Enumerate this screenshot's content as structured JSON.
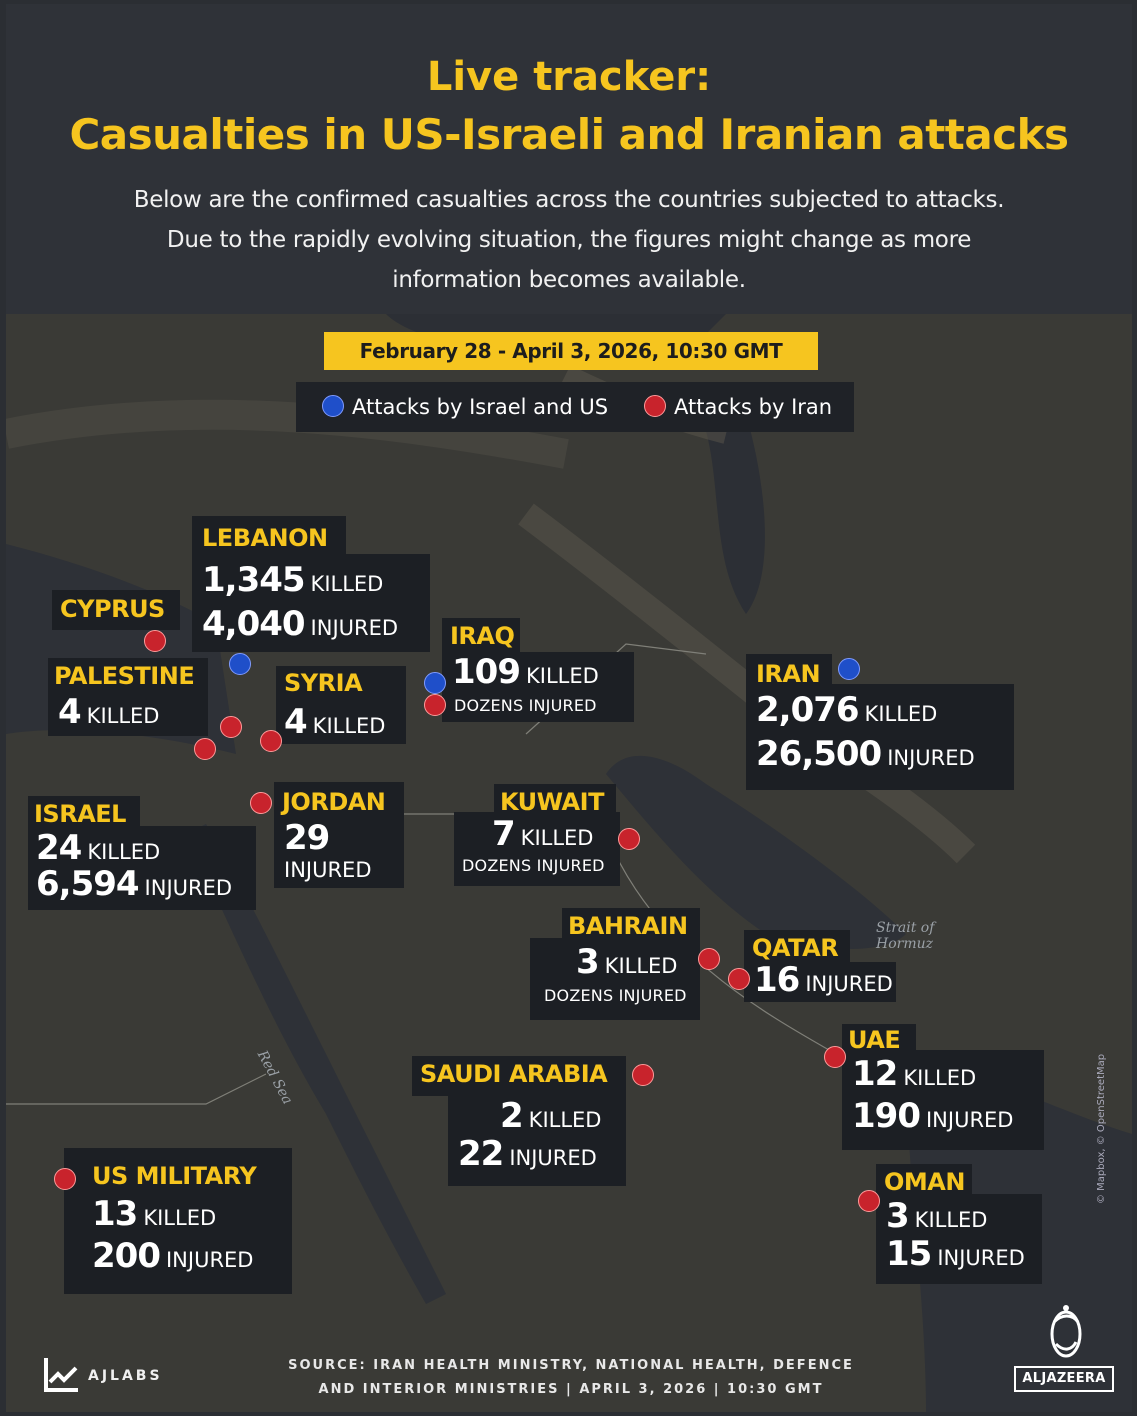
{
  "header": {
    "title_line1": "Live tracker:",
    "title_line2": "Casualties in US-Israeli and Iranian attacks",
    "description_line1": "Below are the confirmed casualties across the countries subjected to attacks.",
    "description_line2": "Due to the rapidly evolving situation, the figures might change as more",
    "description_line3": "information becomes available."
  },
  "date_range": "February 28 - April 3, 2026, 10:30 GMT",
  "legend": {
    "israel_us": "Attacks by Israel and US",
    "iran": "Attacks by Iran",
    "colors": {
      "israel_us": "#1f4fc9",
      "iran": "#c8232c",
      "accent": "#f6c51f"
    }
  },
  "countries": {
    "lebanon": {
      "name": "LEBANON",
      "killed": "1,345",
      "killed_label": "KILLED",
      "injured": "4,040",
      "injured_label": "INJURED"
    },
    "cyprus": {
      "name": "CYPRUS"
    },
    "palestine": {
      "name": "PALESTINE",
      "killed": "4",
      "killed_label": "KILLED"
    },
    "syria": {
      "name": "SYRIA",
      "killed": "4",
      "killed_label": "KILLED"
    },
    "iraq": {
      "name": "IRAQ",
      "killed": "109",
      "killed_label": "KILLED",
      "injured_text": "DOZENS INJURED"
    },
    "iran": {
      "name": "IRAN",
      "killed": "2,076",
      "killed_label": "KILLED",
      "injured": "26,500",
      "injured_label": "INJURED"
    },
    "israel": {
      "name": "ISRAEL",
      "killed": "24",
      "killed_label": "KILLED",
      "injured": "6,594",
      "injured_label": "INJURED"
    },
    "jordan": {
      "name": "JORDAN",
      "injured": "29",
      "injured_label": "INJURED"
    },
    "kuwait": {
      "name": "KUWAIT",
      "killed": "7",
      "killed_label": "KILLED",
      "injured_text": "DOZENS INJURED"
    },
    "bahrain": {
      "name": "BAHRAIN",
      "killed": "3",
      "killed_label": "KILLED",
      "injured_text": "DOZENS INJURED"
    },
    "qatar": {
      "name": "QATAR",
      "injured": "16",
      "injured_label": "INJURED"
    },
    "uae": {
      "name": "UAE",
      "killed": "12",
      "killed_label": "KILLED",
      "injured": "190",
      "injured_label": "INJURED"
    },
    "saudi": {
      "name": "SAUDI ARABIA",
      "killed": "2",
      "killed_label": "KILLED",
      "injured": "22",
      "injured_label": "INJURED"
    },
    "us_military": {
      "name": "US MILITARY",
      "killed": "13",
      "killed_label": "KILLED",
      "injured": "200",
      "injured_label": "INJURED"
    },
    "oman": {
      "name": "OMAN",
      "killed": "3",
      "killed_label": "KILLED",
      "injured": "15",
      "injured_label": "INJURED"
    }
  },
  "map_labels": {
    "strait": "Strait of Hormuz",
    "red_sea": "Red Sea",
    "credit": "© Mapbox, © OpenStreetMap"
  },
  "footer": {
    "brand": "AJLABS",
    "source_line1": "SOURCE: IRAN HEALTH MINISTRY, NATIONAL HEALTH, DEFENCE",
    "source_line2": "AND INTERIOR MINISTRIES  |  APRIL 3, 2026  |  10:30 GMT",
    "publisher": "ALJAZEERA"
  }
}
